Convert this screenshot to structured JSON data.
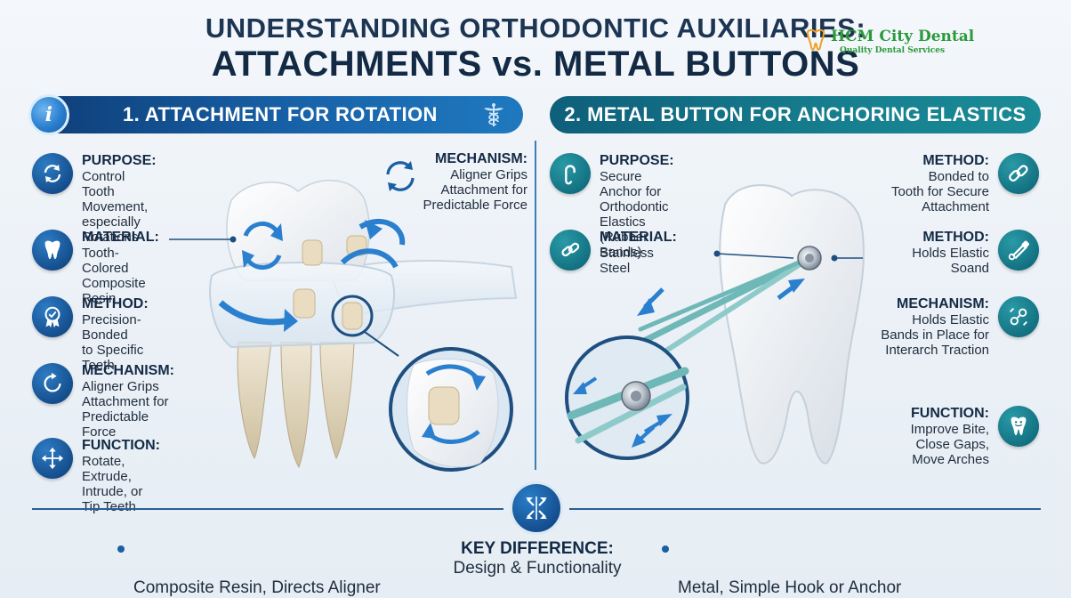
{
  "title": {
    "line1": "UNDERSTANDING ORTHODONTIC AUXILIARIES:",
    "line2": "ATTACHMENTS vs. METAL BUTTONS"
  },
  "logo": {
    "name": "HCM City Dental",
    "tagline": "Quality Dental Services",
    "color": "#2a9a3a"
  },
  "left_panel": {
    "banner": "1. ATTACHMENT FOR ROTATION",
    "badge_icon": "info-icon",
    "banner_icon": "caduceus-icon",
    "items": [
      {
        "title": "PURPOSE:",
        "text": "Control Tooth\nMovement,\nespecially Rotations",
        "icon": "rotate-arrows-icon"
      },
      {
        "title": "MATERIAL:",
        "text": "Tooth-Colored\nComposite Resin",
        "icon": "tooth-icon"
      },
      {
        "title": "METHOD:",
        "text": "Precision-Bonded\nto Specific Teeth",
        "icon": "award-badge-icon"
      },
      {
        "title": "MECHANISM:",
        "text": "Aligner Grips\nAttachment for\nPredictable Force",
        "icon": "circular-arrow-icon"
      },
      {
        "title": "FUNCTION:",
        "text": "Rotate, Extrude,\nIntrude, or Tip Teeth",
        "icon": "move-arrows-icon"
      }
    ],
    "mechanism_callout": {
      "title": "MECHANISM:",
      "text": "Aligner Grips\nAttachment for\nPredictable Force",
      "icon": "cycle-arrows-icon"
    }
  },
  "right_panel": {
    "banner": "2. METAL BUTTON FOR ANCHORING ELASTICS",
    "left_items": [
      {
        "title": "PURPOSE:",
        "text": "Secure Anchor for\nOrthodontic Elastics\n(Rubber Bands)",
        "icon": "hook-icon"
      },
      {
        "title": "MATERIAL:",
        "text": "Stainless Steel",
        "icon": "link-icon"
      }
    ],
    "right_items": [
      {
        "title": "METHOD:",
        "text": "Bonded to\nTooth for Secure\nAttachment",
        "icon": "chain-link-icon"
      },
      {
        "title": "METHOD:",
        "text": "Holds Elastic\nSoand",
        "icon": "safety-pin-icon"
      },
      {
        "title": "MECHANISM:",
        "text": "Holds Elastic\nBands in Place for\nInterarch Traction",
        "icon": "elastic-icon"
      },
      {
        "title": "FUNCTION:",
        "text": "Improve Bite,\nClose Gaps,\nMove Arches",
        "icon": "smile-tooth-icon"
      }
    ]
  },
  "bottom": {
    "left": "Composite Resin, Directs Aligner\nForce for Specific Movements",
    "key_title": "KEY DIFFERENCE:",
    "key_sub": "Design & Functionality",
    "right": "Metal, Simple Hook or Anchor\nPoint for Elastic Bands"
  },
  "colors": {
    "navy": "#132a45",
    "blue_banner": "#1862a8",
    "teal_banner": "#167f8f",
    "arrow_blue": "#2a7fcf",
    "elastic_teal": "#6fb8b8"
  }
}
